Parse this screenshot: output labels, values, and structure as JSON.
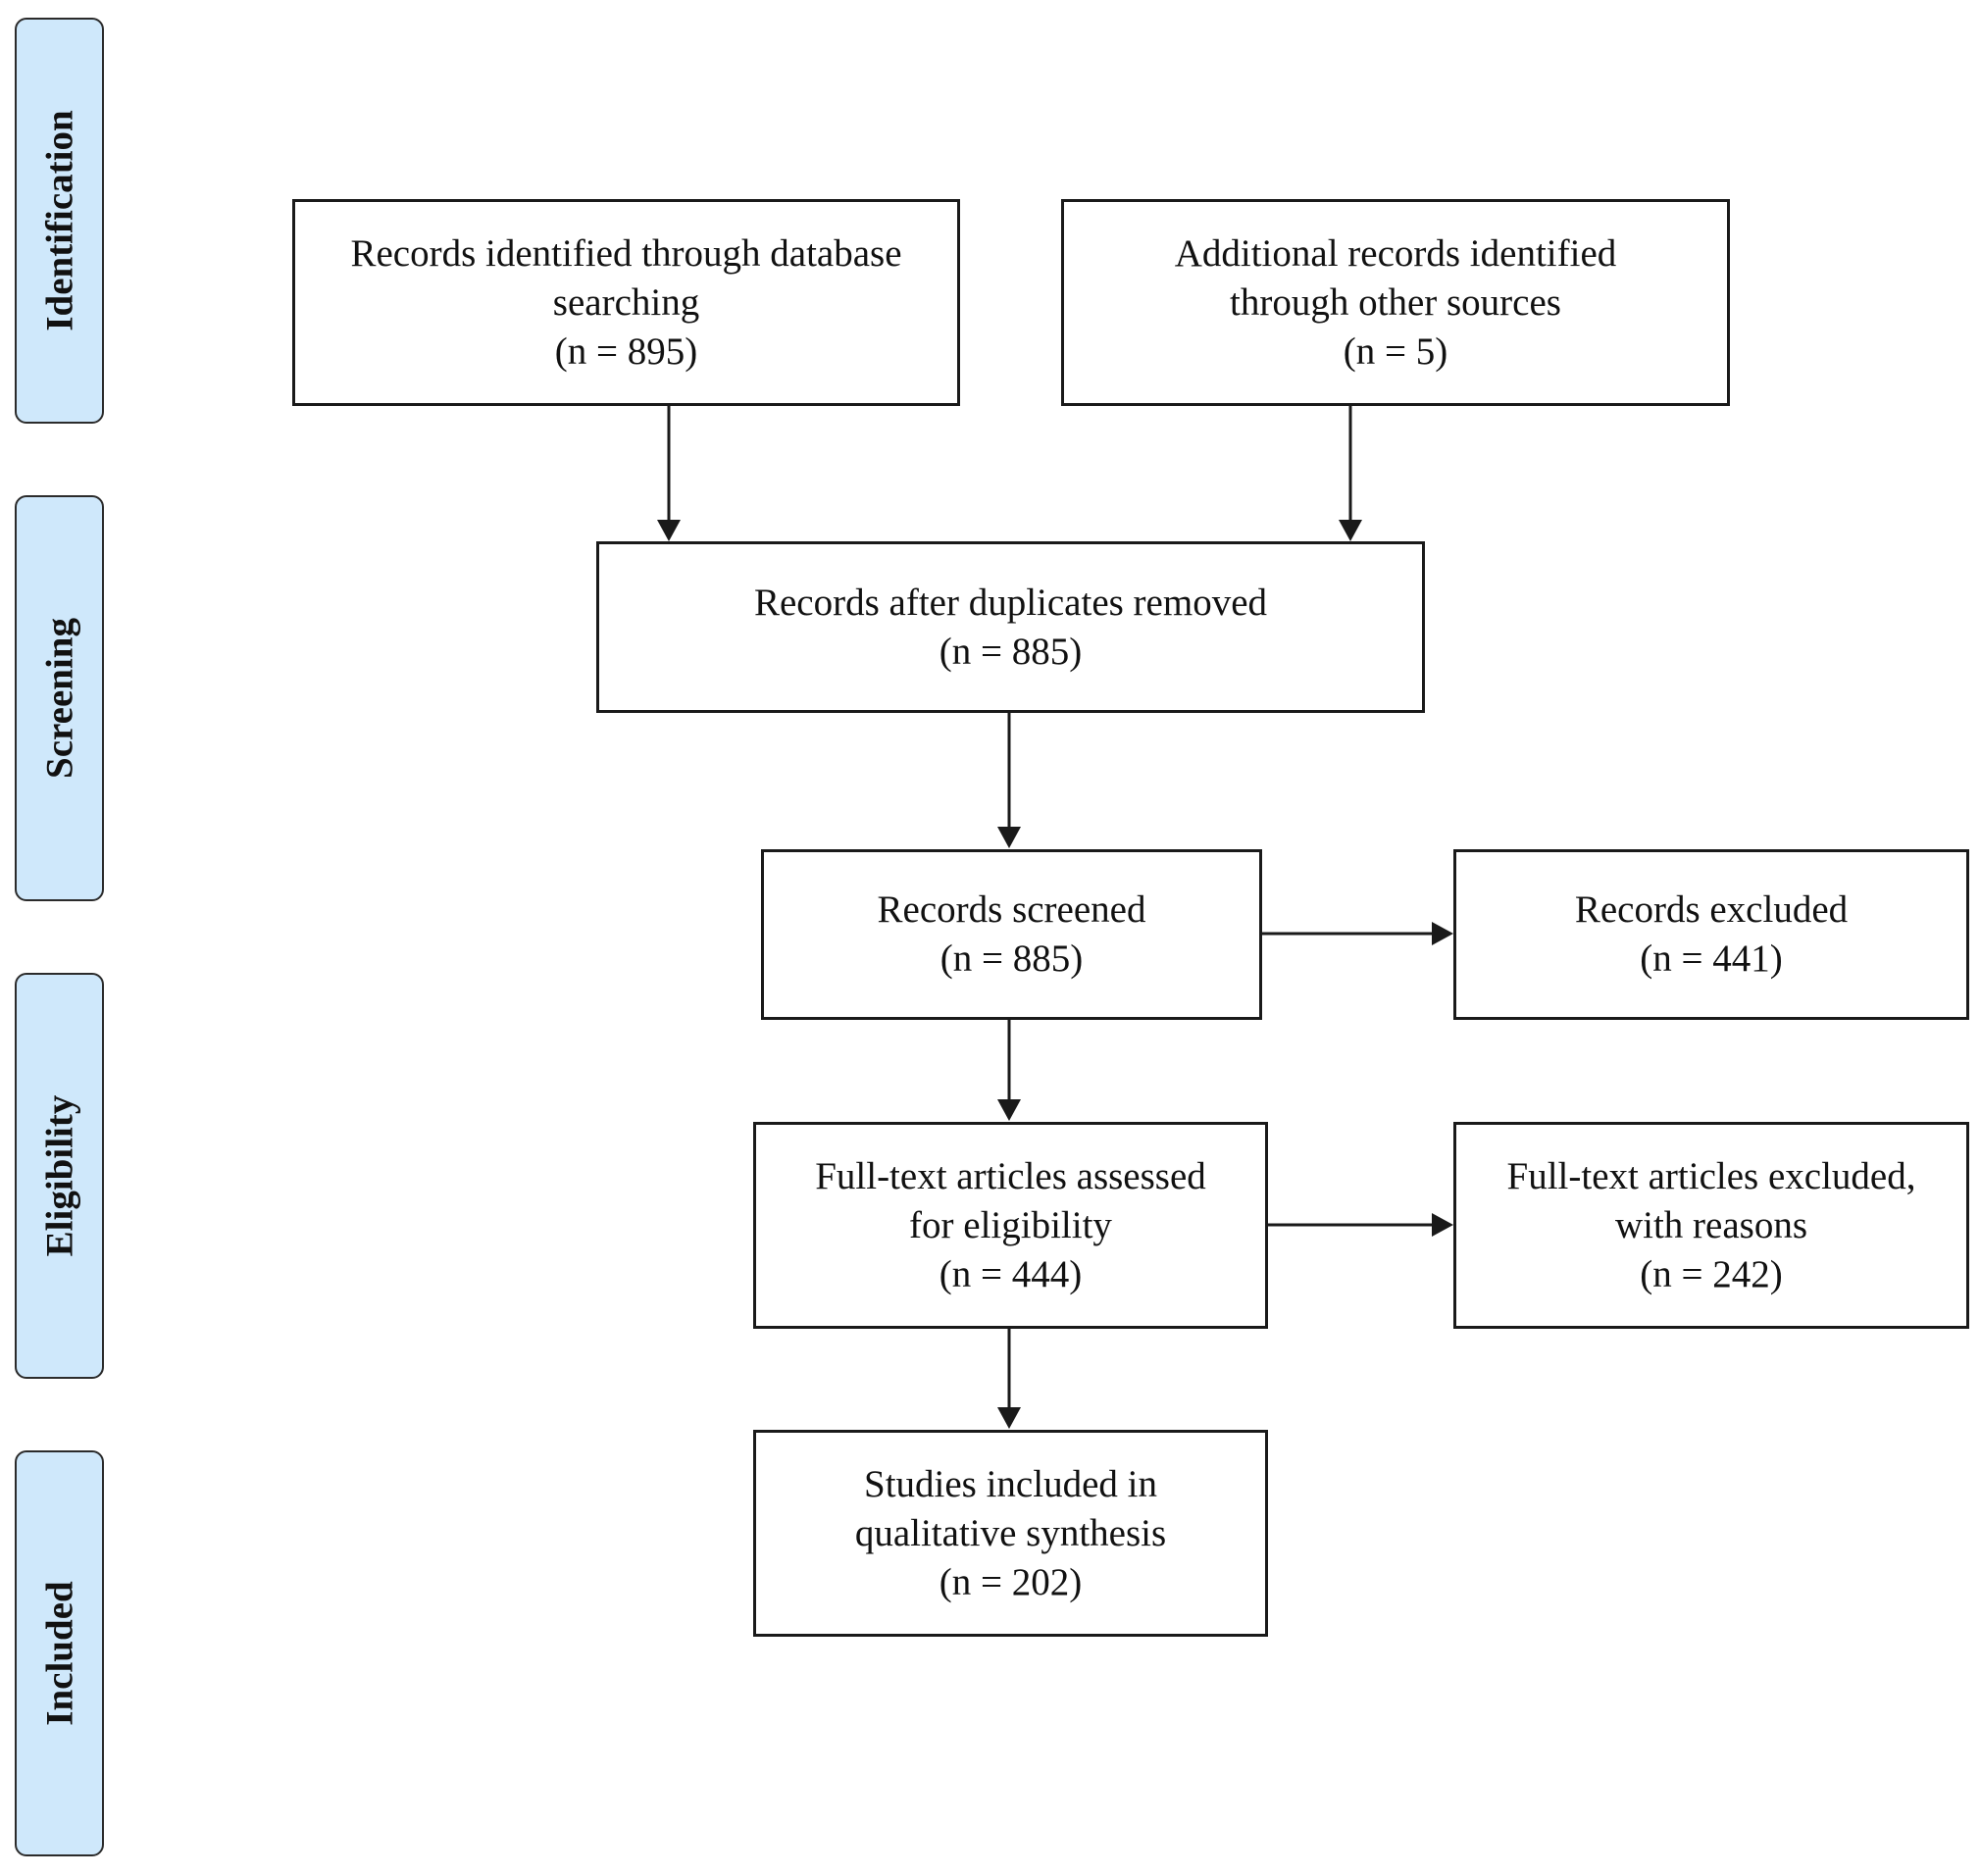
{
  "phases": {
    "identification": "Identification",
    "screening": "Screening",
    "eligibility": "Eligibility",
    "included": "Included"
  },
  "boxes": {
    "database_search": {
      "line1": "Records identified through database",
      "line2": "searching",
      "count": "(n = 895)"
    },
    "other_sources": {
      "line1": "Additional records identified",
      "line2": "through other sources",
      "count": "(n = 5)"
    },
    "duplicates_removed": {
      "line1": "Records after duplicates removed",
      "count": "(n = 885)"
    },
    "screened": {
      "line1": "Records screened",
      "count": "(n = 885)"
    },
    "excluded": {
      "line1": "Records excluded",
      "count": "(n = 441)"
    },
    "full_text_assessed": {
      "line1": "Full-text articles assessed",
      "line2": "for eligibility",
      "count": "(n = 444)"
    },
    "full_text_excluded": {
      "line1": "Full-text articles excluded,",
      "line2": "with reasons",
      "count": "(n = 242)"
    },
    "included": {
      "line1": "Studies included in",
      "line2": "qualitative synthesis",
      "count": "(n = 202)"
    }
  },
  "colors": {
    "phase_fill": "#cfe8fb",
    "border": "#1a1a1a"
  }
}
